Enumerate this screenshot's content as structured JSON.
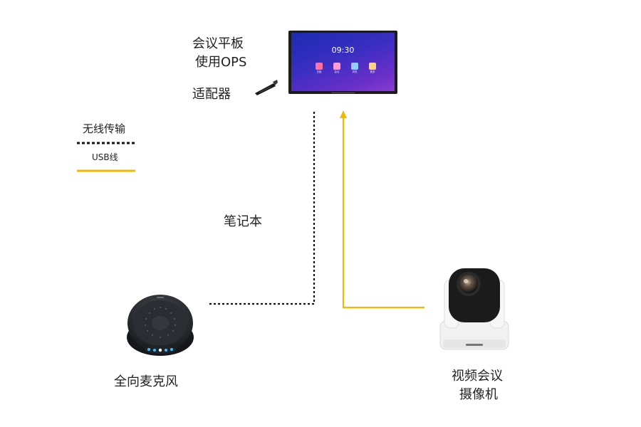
{
  "labels": {
    "tablet_line1": "会议平板",
    "tablet_line2": "使用OPS",
    "adapter": "适配器",
    "notebook": "笔记本",
    "microphone": "全向麦克风",
    "camera_line1": "视频会议",
    "camera_line2": "摄像机"
  },
  "legend": {
    "wireless": "无线传输",
    "usb": "USB线"
  },
  "screen": {
    "time": "09:30",
    "date": "",
    "apps": [
      "白板",
      "会议",
      "浏览",
      "更多"
    ]
  },
  "colors": {
    "usb_line": "#f5b800",
    "wireless_line": "#111111",
    "screen_gradient_start": "#1b2bb0",
    "screen_gradient_end": "#8a3bd0"
  },
  "icons": [
    "interactive-display-icon",
    "wireless-adapter-icon",
    "speakerphone-icon",
    "ptz-camera-icon"
  ]
}
